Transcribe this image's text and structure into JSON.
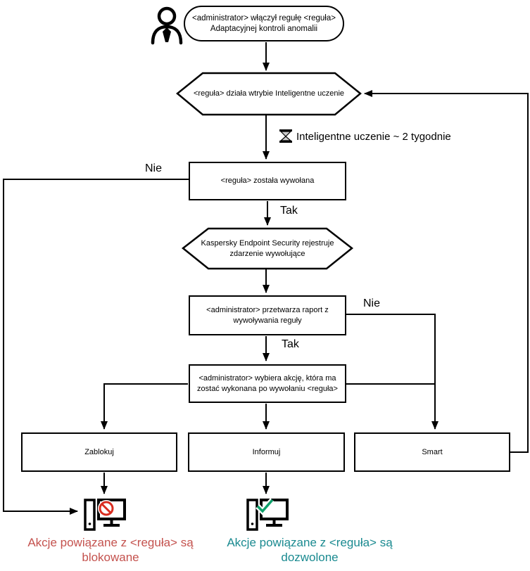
{
  "diagram": {
    "title_hidden": "",
    "nodes": {
      "start": {
        "line1": "<administrator> włączył regułę <reguła>",
        "line2": "Adaptacyjnej kontroli anomalii"
      },
      "learning_mode": {
        "label": "<reguła> działa wtrybie Inteligentne uczenie"
      },
      "rule_triggered": {
        "label": "<reguła> została wywołana"
      },
      "event_registered": {
        "line1": "Kaspersky Endpoint Security rejestruje",
        "line2": "zdarzenie wywołujące"
      },
      "report_processing": {
        "line1": "<administrator> przetwarza raport z",
        "line2": "wywoływania reguły"
      },
      "choose_action": {
        "line1": "<administrator> wybiera akcję, która ma",
        "line2": "zostać wykonana po wywołaniu <reguła>"
      },
      "action_block": {
        "label": "Zablokuj"
      },
      "action_inform": {
        "label": "Informuj"
      },
      "action_smart": {
        "label": "Smart"
      }
    },
    "edge_labels": {
      "rule_not_triggered": "Nie",
      "rule_triggered_yes": "Tak",
      "report_not_processed": "Nie",
      "report_processed_yes": "Tak",
      "learning_duration": "Inteligentne uczenie ~ 2 tygodnie"
    },
    "outcomes": {
      "blocked": {
        "line1": "Akcje powiązane z <reguła> są",
        "line2": "blokowane"
      },
      "allowed": {
        "line1": "Akcje powiązane z <reguła> są",
        "line2": "dozwolone"
      }
    },
    "icons": {
      "actor": "person-icon",
      "wait": "hourglass-icon",
      "blocked_endpoint": "computer-blocked-icon",
      "allowed_endpoint": "computer-allowed-icon"
    },
    "colors": {
      "line": "#000000",
      "blocked_text": "#c4524e",
      "allowed_text": "#1a8a90",
      "prohibit_red": "#d92d20",
      "check_green": "#0fa06b"
    }
  }
}
